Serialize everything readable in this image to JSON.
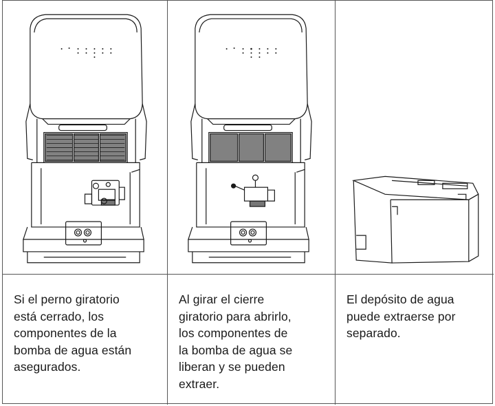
{
  "table": {
    "captions": [
      "Si el perno giratorio\nestá cerrado, los\ncomponentes de la\nbomba de agua están\nasegurados.",
      "Al girar el cierre\ngiratorio para abrirlo,\nlos componentes de\nla bomba de agua se\nliberan y se pueden\nextraer.",
      "El depósito de agua\npuede extraerse por\nseparado."
    ],
    "illustrations": [
      {
        "subject": "device-front-latch-closed"
      },
      {
        "subject": "device-front-latch-open"
      },
      {
        "subject": "water-tank-removed"
      }
    ]
  },
  "colors": {
    "line": "#1a1a1a",
    "border": "#555555",
    "background": "#ffffff"
  }
}
